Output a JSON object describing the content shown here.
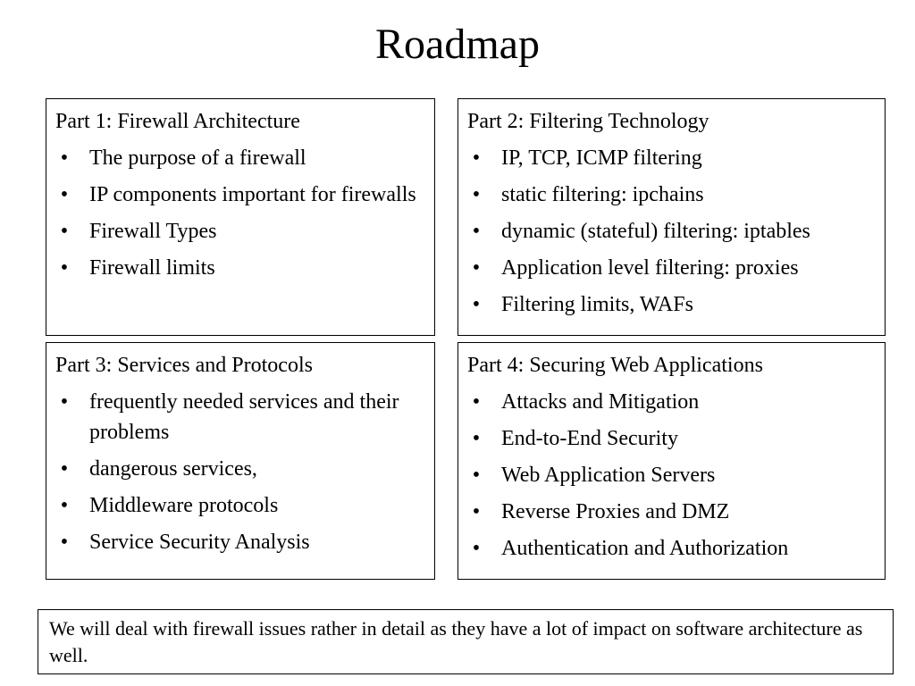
{
  "title": "Roadmap",
  "parts": [
    {
      "heading": "Part 1: Firewall Architecture",
      "items": [
        "The purpose of a firewall",
        "IP components important for firewalls",
        "Firewall Types",
        "Firewall limits"
      ]
    },
    {
      "heading": "Part 2: Filtering Technology",
      "items": [
        "IP, TCP, ICMP filtering",
        "static filtering: ipchains",
        "dynamic (stateful) filtering: iptables",
        "Application level filtering: proxies",
        "Filtering limits, WAFs"
      ]
    },
    {
      "heading": "Part 3: Services and Protocols",
      "items": [
        "frequently needed services and their problems",
        "dangerous services,",
        "Middleware protocols",
        "Service Security Analysis"
      ]
    },
    {
      "heading": "Part 4: Securing Web Applications",
      "items": [
        "Attacks and Mitigation",
        "End-to-End Security",
        "Web Application Servers",
        "Reverse Proxies and DMZ",
        "Authentication and Authorization"
      ]
    }
  ],
  "bullet_char": "•",
  "note": "We will deal with firewall issues rather in detail as they have a lot of impact on software architecture as well."
}
